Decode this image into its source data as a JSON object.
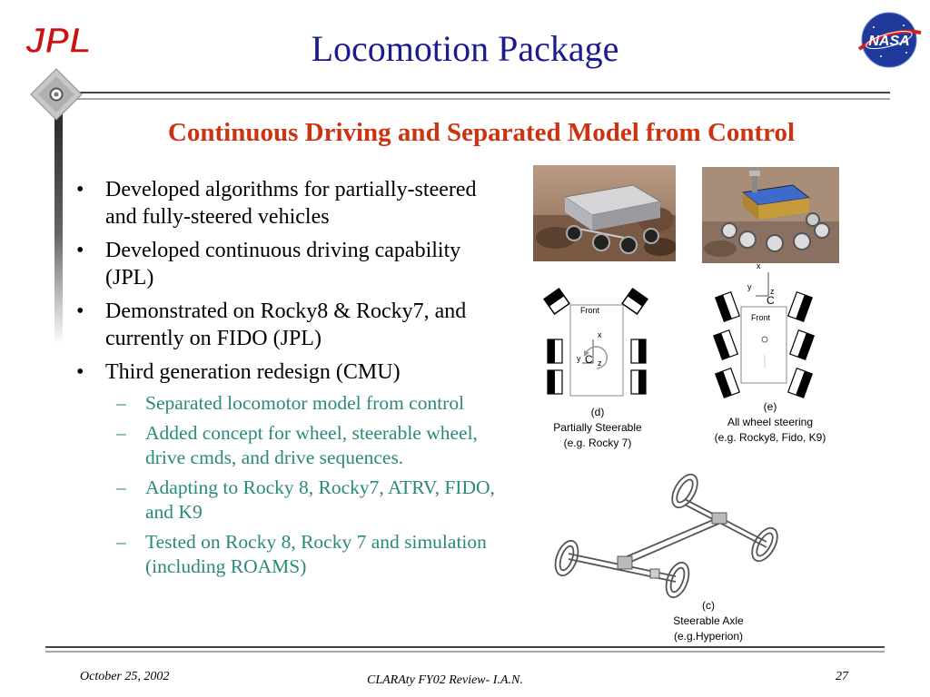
{
  "header": {
    "title": "Locomotion Package",
    "subtitle": "Continuous Driving and Separated Model from Control",
    "left_logo_text": "JPL",
    "right_logo_text": "NASA"
  },
  "bullets": [
    "Developed algorithms for partially-steered and fully-steered vehicles",
    "Developed continuous driving capability (JPL)",
    "Demonstrated on Rocky8 & Rocky7, and currently on FIDO (JPL)",
    "Third generation redesign (CMU)"
  ],
  "sub_bullets": [
    "Separated locomotor model from control",
    "Added concept for wheel, steerable wheel, drive cmds, and drive sequences.",
    "Adapting to Rocky 8, Rocky7, ATRV, FIDO, and K9",
    "Tested on Rocky 8, Rocky 7 and simulation (including ROAMS)"
  ],
  "diagram_d": {
    "front": "Front",
    "x": "x",
    "y": "y",
    "c": "C",
    "z": "z",
    "caption_1": "(d)",
    "caption_2": "Partially Steerable",
    "caption_3": "(e.g. Rocky 7)"
  },
  "diagram_e": {
    "x": "x",
    "y": "y",
    "z": "z",
    "c": "C",
    "front": "Front",
    "caption_1": "(e)",
    "caption_2": "All wheel steering",
    "caption_3": "(e.g. Rocky8, Fido, K9)"
  },
  "diagram_c": {
    "caption_1": "(c)",
    "caption_2": "Steerable Axle",
    "caption_3": "(e.g.Hyperion)"
  },
  "footer": {
    "date": "October 25, 2002",
    "center": "CLARAty FY02 Review- I.A.N.",
    "page": "27"
  },
  "colors": {
    "title": "#1c1c8c",
    "subtitle": "#cc3311",
    "sub_bullets": "#2a8a7a",
    "jpl_logo": "#cc1111",
    "nasa_blue": "#1f3a9a"
  }
}
